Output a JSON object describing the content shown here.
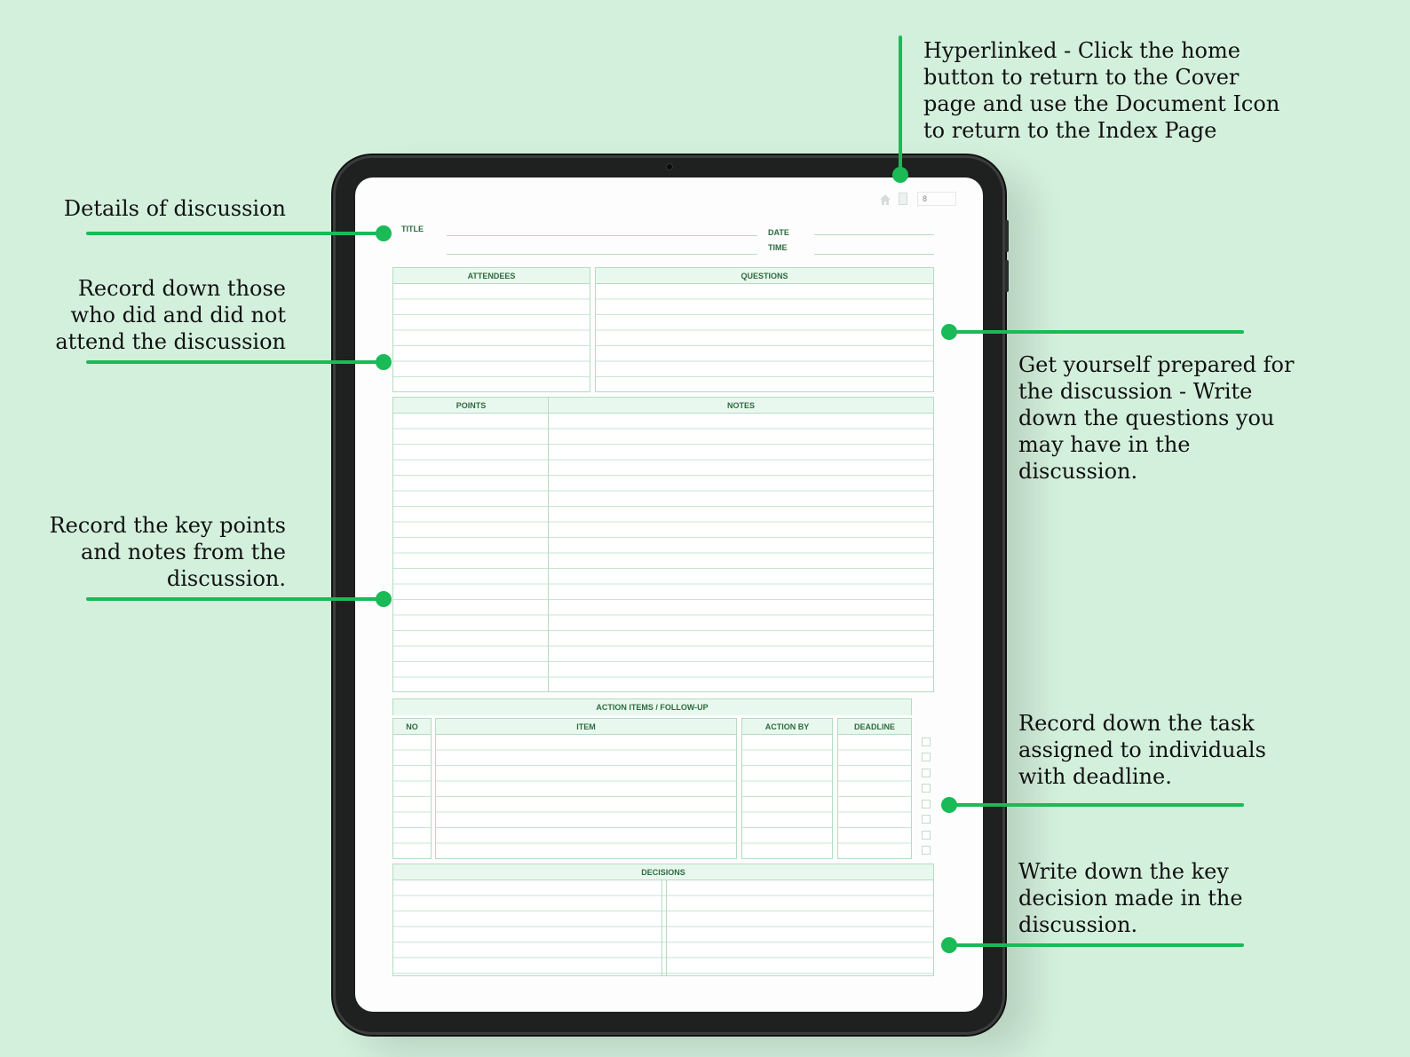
{
  "callouts": {
    "hyperlinked": [
      "Hyperlinked - Click the home",
      "button to return to the Cover",
      "page and use the Document Icon",
      "to return to the Index Page"
    ],
    "details": [
      "Details of discussion"
    ],
    "attendees": [
      "Record down those",
      "who did and did not",
      "attend the discussion"
    ],
    "keypoints": [
      "Record the key points",
      "and notes from the",
      "discussion."
    ],
    "questions": [
      "Get yourself prepared for",
      "the discussion - Write",
      "down the questions you",
      "may have in the",
      "discussion."
    ],
    "tasks": [
      "Record down the task",
      "assigned to individuals",
      "with deadline."
    ],
    "decisions": [
      "Write down the key",
      "decision made in the",
      "discussion."
    ]
  },
  "planner": {
    "page_number": "8",
    "title_label": "TITLE",
    "date_label": "DATE",
    "time_label": "TIME",
    "attendees_header": "ATTENDEES",
    "questions_header": "QUESTIONS",
    "points_header": "POINTS",
    "notes_header": "NOTES",
    "action_header": "ACTION ITEMS / FOLLOW-UP",
    "no_header": "NO",
    "item_header": "ITEM",
    "action_by_header": "ACTION BY",
    "deadline_header": "DEADLINE",
    "decisions_header": "DECISIONS"
  },
  "icons": [
    "home-icon",
    "document-icon",
    "checkbox-icon"
  ],
  "colors": {
    "background": "#d3f0dc",
    "accent": "#1aba57",
    "header_fill": "#e9f8ee",
    "header_text": "#2c6b3f"
  }
}
